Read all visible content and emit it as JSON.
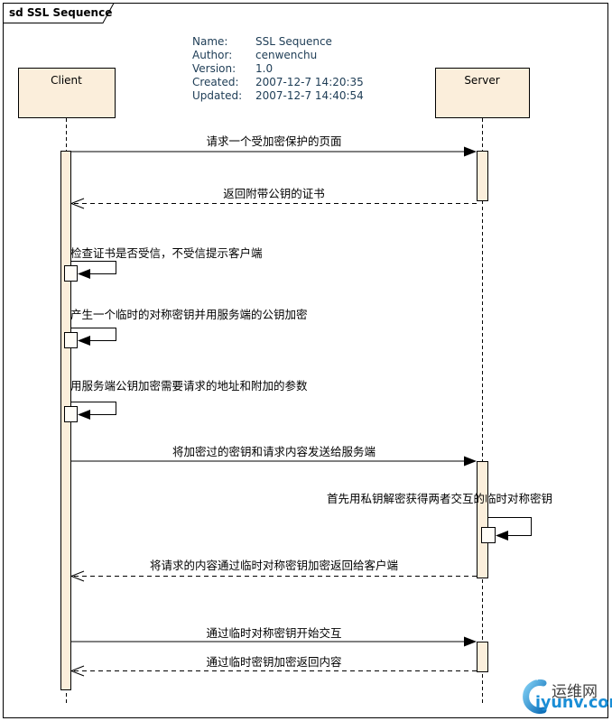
{
  "frame": {
    "title": "sd SSL Sequence"
  },
  "metadata": {
    "rows": [
      {
        "label": "Name:",
        "value": "SSL Sequence"
      },
      {
        "label": "Author:",
        "value": "cenwenchu"
      },
      {
        "label": "Version:",
        "value": "1.0"
      },
      {
        "label": "Created:",
        "value": "2007-12-7 14:20:35"
      },
      {
        "label": "Updated:",
        "value": "2007-12-7 14:40:54"
      }
    ],
    "text_color": "#1d3c55"
  },
  "lifelines": [
    {
      "name": "Client"
    },
    {
      "name": "Server"
    }
  ],
  "messages": [
    {
      "label": "请求一个受加密保护的页面",
      "type": "solid",
      "from": "Client",
      "to": "Server"
    },
    {
      "label": "返回附带公钥的证书",
      "type": "dashed-return",
      "from": "Server",
      "to": "Client"
    },
    {
      "label": "检查证书是否受信，不受信提示客户端",
      "type": "self",
      "on": "Client"
    },
    {
      "label": "产生一个临时的对称密钥并用服务端的公钥加密",
      "type": "self",
      "on": "Client"
    },
    {
      "label": "用服务端公钥加密需要请求的地址和附加的参数",
      "type": "self",
      "on": "Client"
    },
    {
      "label": "将加密过的密钥和请求内容发送给服务端",
      "type": "solid",
      "from": "Client",
      "to": "Server"
    },
    {
      "label": "首先用私钥解密获得两者交互的临时对称密钥",
      "type": "self",
      "on": "Server"
    },
    {
      "label": "将请求的内容通过临时对称密钥加密返回给客户端",
      "type": "dashed-return",
      "from": "Server",
      "to": "Client"
    },
    {
      "label": "通过临时对称密钥开始交互",
      "type": "solid",
      "from": "Client",
      "to": "Server"
    },
    {
      "label": "通过临时密钥加密返回内容",
      "type": "dashed-return",
      "from": "Server",
      "to": "Client"
    }
  ],
  "watermark": {
    "site_name": "运维网",
    "site_url": "iyunv.com",
    "accent_color": "#1a8ed6"
  },
  "colors": {
    "activation_fill": "#fbeedb",
    "line": "#000000",
    "background": "#ffffff"
  }
}
